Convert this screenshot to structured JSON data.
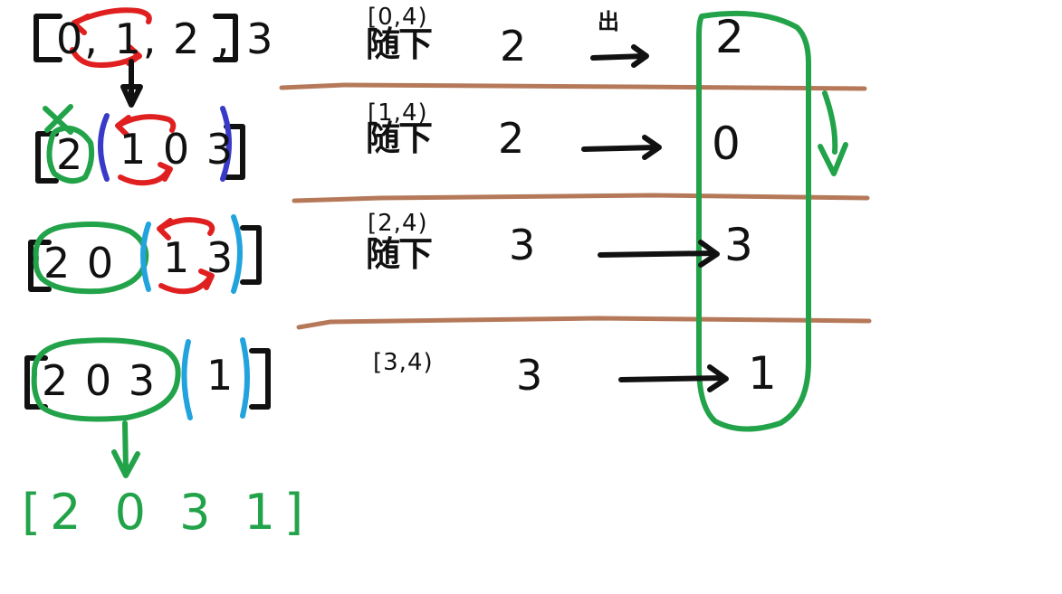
{
  "title": "Fisher-Yates shuffle hand-drawn trace",
  "colors": {
    "black_ink": "#111111",
    "red_ink": "#e02020",
    "green_ink": "#22a34a",
    "blue_ink": "#3a3ac8",
    "cyan_ink": "#22a3dd",
    "brown_rule": "#b5795a",
    "background": "#ffffff"
  },
  "left_panel": {
    "name": "array-trace-column",
    "steps": [
      {
        "label": "step-0",
        "open_bracket": "[",
        "content": "0, 1, 2 , 3",
        "close_bracket": "]",
        "swap_marker": "red-swap-loop",
        "fixed_prefix": "",
        "paren_color": "none"
      },
      {
        "label": "step-1",
        "open_bracket": "[",
        "fixed_prefix": "2",
        "paren_open": "(",
        "content": "1   0    3",
        "paren_close": ")",
        "close_bracket": "]",
        "swap_marker": "red-swap-loop",
        "paren_color": "#3a3ac8",
        "check_mark": "green-cross-check"
      },
      {
        "label": "step-2",
        "open_bracket": "[",
        "fixed_prefix": "2   0",
        "paren_open": "(",
        "content": "1   3",
        "paren_close": ")",
        "close_bracket": "]",
        "swap_marker": "red-swap-loop",
        "paren_color": "#22a3dd"
      },
      {
        "label": "step-3",
        "open_bracket": "[",
        "fixed_prefix": "2   0   3",
        "paren_open": "(",
        "content": "1",
        "paren_close": ")",
        "close_bracket": "]",
        "swap_marker": "none",
        "paren_color": "#22a3dd"
      }
    ],
    "result": {
      "label": "final-result-array",
      "text": "[2  0  3  1]"
    }
  },
  "right_panel": {
    "name": "random-pick-table",
    "header_note": "出",
    "rows": [
      {
        "interval": "[0,4)",
        "cjk": "随下",
        "pick": "2",
        "arrow": "→",
        "result": "2"
      },
      {
        "interval": "[1,4)",
        "cjk": "随下",
        "pick": "2",
        "arrow": "→",
        "result": "0"
      },
      {
        "interval": "[2,4)",
        "cjk": "随下",
        "pick": "3",
        "arrow": "→",
        "result": "3"
      },
      {
        "interval": "[3,4)",
        "cjk": "",
        "pick": "3",
        "arrow": "→",
        "result": "1"
      }
    ],
    "output_column": {
      "label": "output-values-enclosure",
      "values": [
        "2",
        "0",
        "3",
        "1"
      ],
      "enclosure": "green-capsule",
      "flow_arrow": "green-down-arrow"
    }
  }
}
